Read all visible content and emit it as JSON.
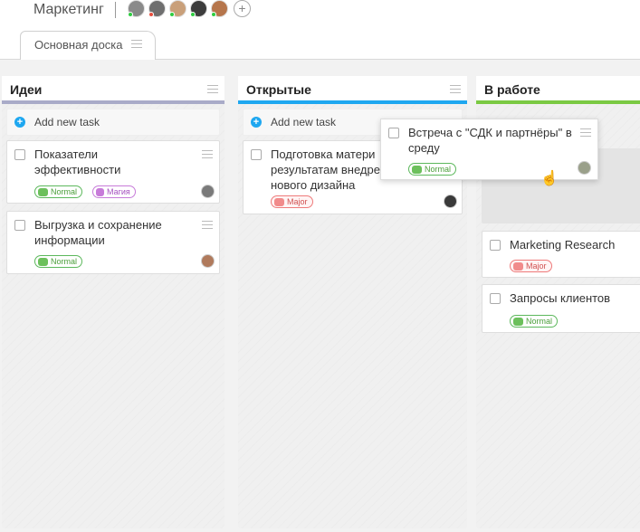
{
  "header": {
    "project_title": "Маркетинг",
    "members": [
      {
        "avatar_color": "#8a8a8a",
        "status_color": "#2ecc40"
      },
      {
        "avatar_color": "#6f6f6f",
        "status_color": "#e74c3c"
      },
      {
        "avatar_color": "#c9a07a",
        "status_color": "#2ecc40"
      },
      {
        "avatar_color": "#3d3d3d",
        "status_color": "#2ecc40"
      },
      {
        "avatar_color": "#b6764c",
        "status_color": "#2ecc40"
      }
    ],
    "add_member_symbol": "+"
  },
  "board_tab": {
    "label": "Основная доска"
  },
  "columns": [
    {
      "title": "Идеи",
      "accent": "#a9abc8",
      "add_task": "Add new task",
      "cards": [
        {
          "title": "Показатели эффективности",
          "priority": "Normal",
          "tag": "Магия"
        },
        {
          "title": "Выгрузка и сохранение информации",
          "priority": "Normal"
        }
      ]
    },
    {
      "title": "Открытые",
      "accent": "#1ea7f0",
      "add_task": "Add new task",
      "cards": [
        {
          "title": "Подготовка матери результатам внедре нового дизайна",
          "priority": "Major"
        }
      ]
    },
    {
      "title": "В работе",
      "accent": "#7ac943",
      "cards": [
        {
          "title": "Marketing Research",
          "priority": "Major"
        },
        {
          "title": "Запросы клиентов",
          "priority": "Normal"
        }
      ]
    }
  ],
  "dragged_card": {
    "title": "Встреча с \"СДК и партнёры\" в среду",
    "priority": "Normal"
  },
  "colors": {
    "normal": "#5cb85c",
    "major": "#ee7a7a",
    "tag": "#c77bd9",
    "add_button": "#1ea7f0"
  }
}
